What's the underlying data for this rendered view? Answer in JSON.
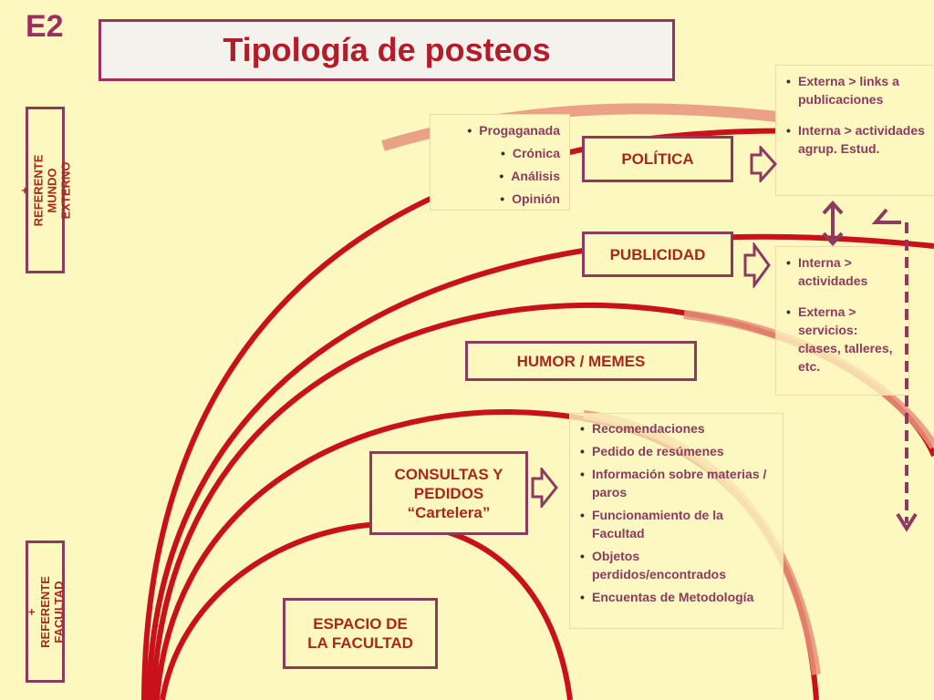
{
  "slide": {
    "corner_label": "E2",
    "title": "Tipología de posteos"
  },
  "axis": {
    "top_label": "+ REFERENTE\nMUNDO EXTERNO",
    "bottom_label": "+ REFERENTE\nFACULTAD"
  },
  "categories": {
    "politica": "POLÍTICA",
    "publicidad": "PUBLICIDAD",
    "humor": "HUMOR / MEMES",
    "consultas": "CONSULTAS Y PEDIDOS “Cartelera”",
    "espacio": "ESPACIO DE LA FACULTAD"
  },
  "notes": {
    "politica_types": [
      "Progaganada",
      "Crónica",
      "Análisis",
      "Opinión"
    ],
    "politica_links": [
      "Externa > links a publicaciones",
      "Interna > actividades agrup. Estud."
    ],
    "publicidad_items": [
      "Interna > actividades",
      "Externa > servicios: clases, talleres, etc."
    ],
    "consultas_items": [
      "Recomendaciones",
      "Pedido de resúmenes",
      "Información sobre materias / paros",
      "Funcionamiento de la Facultad",
      "Objetos perdidos/encontrados",
      "Encuentas de Metodología"
    ]
  },
  "icons": {
    "hollow_arrow": "arrow-right-hollow-icon",
    "double_arrow": "arrow-updown-icon",
    "dashed_arrow": "dashed-down-arrow-icon"
  },
  "colors": {
    "background": "#fdf8c0",
    "arc": "#c9111b",
    "arc_faded": "#e6927a",
    "box_border": "#8c3a5e",
    "category_text": "#a8281d",
    "title_text": "#b31d2b"
  }
}
